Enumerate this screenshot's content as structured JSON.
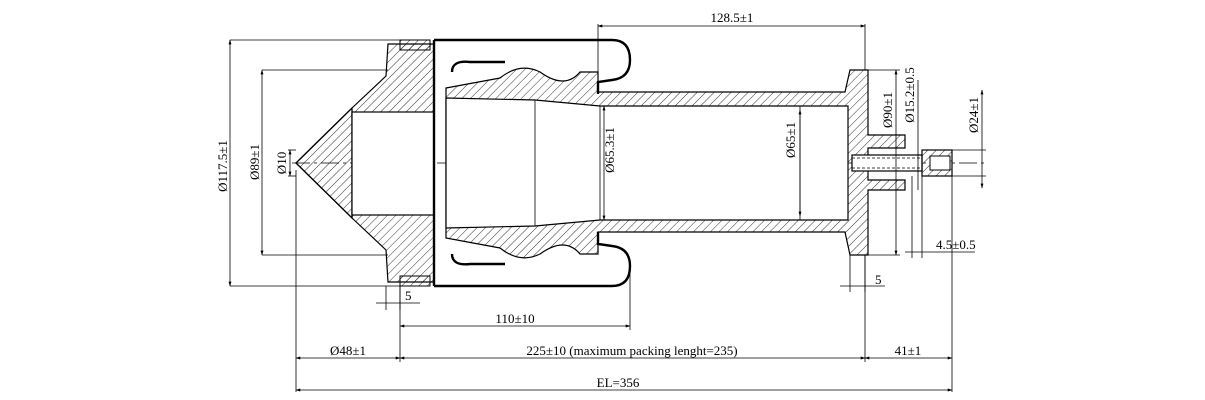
{
  "drawing": {
    "dimensions": {
      "d_117_5": "Ø117.5±1",
      "d_89": "Ø89±1",
      "d_10": "Ø10",
      "d_65_3": "Ø65.3±1",
      "d_65": "Ø65±1",
      "d_90": "Ø90±1",
      "d_15_2": "Ø15.2±0.5",
      "d_24": "Ø24±1",
      "len_128_5": "128.5±1",
      "len_4_5": "4.5±0.5",
      "len_5_left": "5",
      "len_5_right": "5",
      "len_110": "110±10",
      "d_48": "Ø48±1",
      "len_225": "225±10 (maximum packing lenght=235)",
      "len_41": "41±1",
      "el": "EL=356"
    }
  }
}
